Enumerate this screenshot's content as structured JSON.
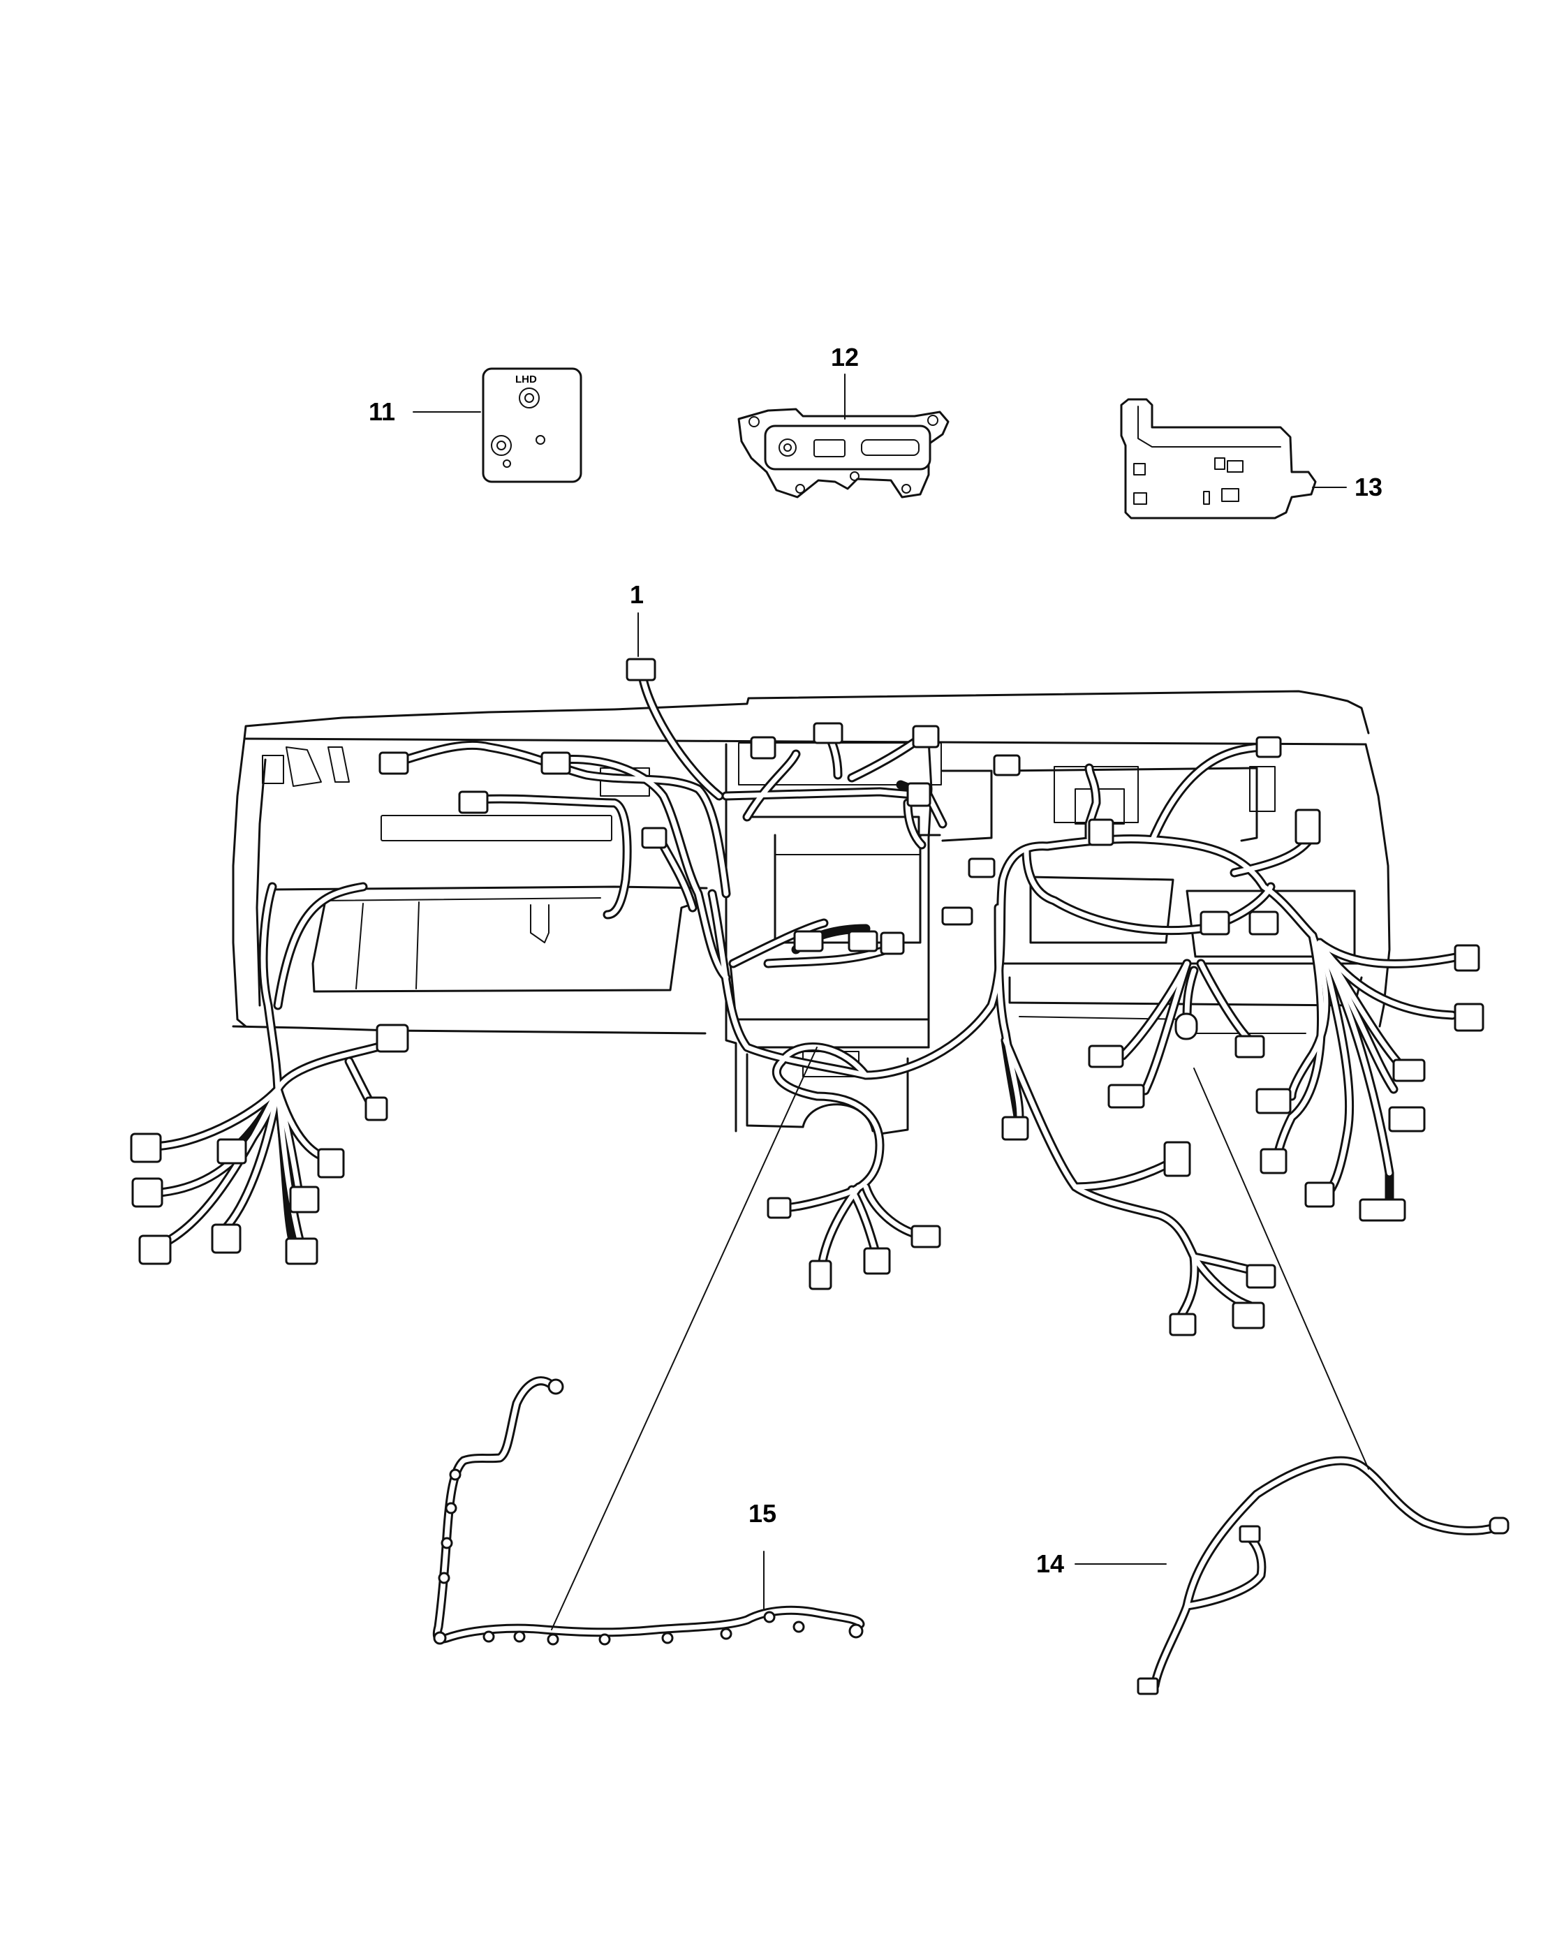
{
  "callouts": {
    "c1": "1",
    "c11": "11",
    "c12": "12",
    "c13": "13",
    "c14": "14",
    "c15": "15"
  },
  "part11_stamp": "LHD"
}
